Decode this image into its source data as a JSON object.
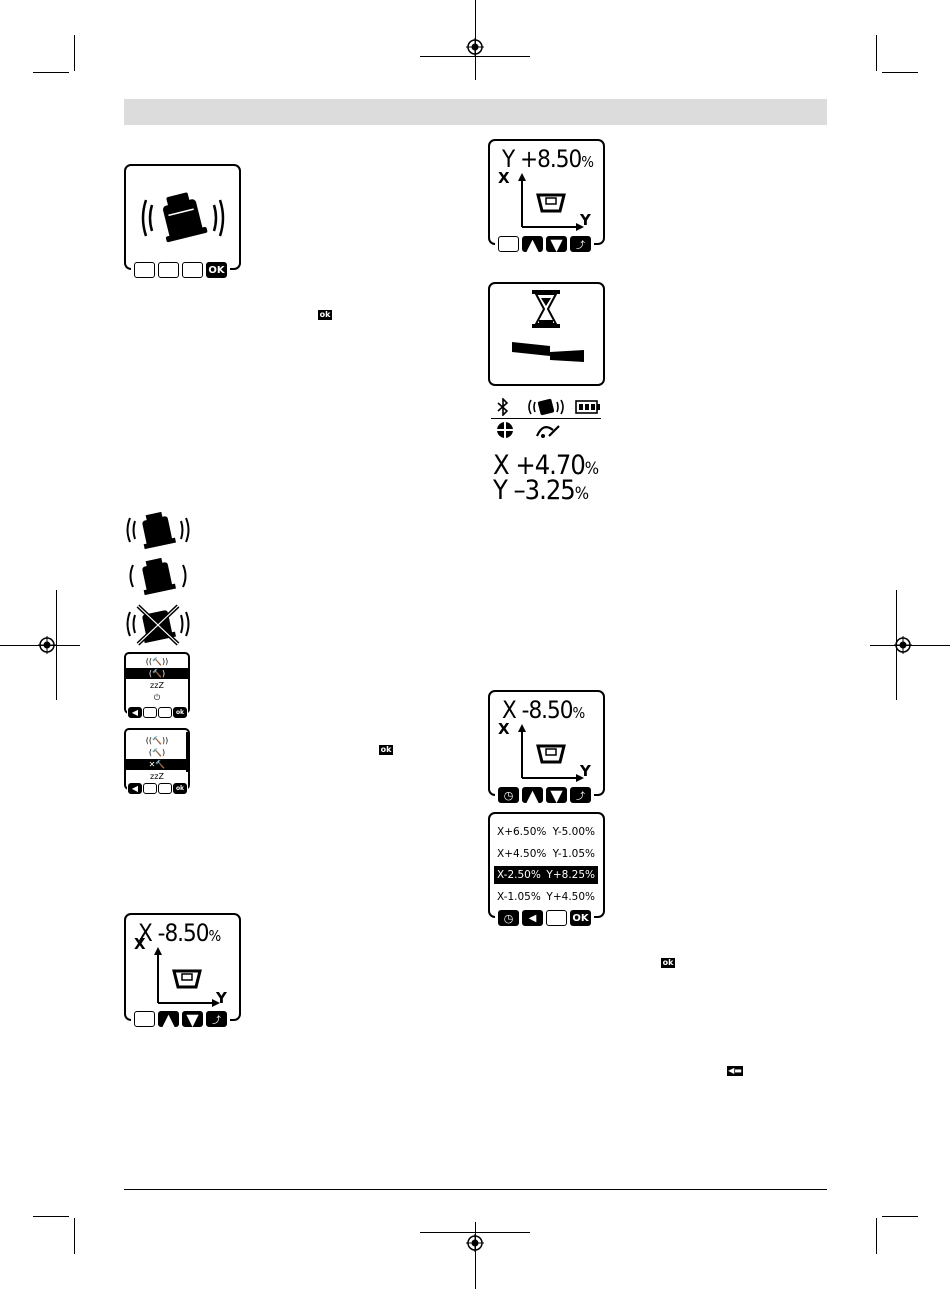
{
  "colors": {
    "ink": "#000000",
    "header_bar": "#dcdcdc",
    "paper": "#ffffff"
  },
  "icons": [
    "registration-mark",
    "vibration-tool-icon",
    "hourglass-icon",
    "bluetooth-icon",
    "battery-icon",
    "crosshair-icon",
    "tilt-sensor-icon",
    "arrow-left-icon",
    "clock-icon",
    "arrow-up-icon",
    "arrow-down-icon",
    "axis-swap-icon",
    "back-key-icon"
  ],
  "softkey_ok": "OK",
  "inline_ok": "ok",
  "screen_y_top": {
    "axis": "Y",
    "value": "+8.50",
    "unit": "%",
    "axis_x": "X",
    "axis_y": "Y"
  },
  "status_values": {
    "x_line": "X +4.70",
    "y_line": "Y –3.25",
    "unit": "%"
  },
  "screen_x_right": {
    "axis": "X",
    "value": "-8.50",
    "unit": "%",
    "axis_x": "X",
    "axis_y": "Y"
  },
  "screen_x_left": {
    "axis": "X",
    "value": "-8.50",
    "unit": "%",
    "axis_x": "X",
    "axis_y": "Y"
  },
  "memory_list": {
    "rows": [
      {
        "x": "X+6.50%",
        "y": "Y-5.00%",
        "selected": false
      },
      {
        "x": "X+4.50%",
        "y": "Y-1.05%",
        "selected": false
      },
      {
        "x": "X-2.50%",
        "y": "Y+8.25%",
        "selected": true
      },
      {
        "x": "X-1.05%",
        "y": "Y+4.50%",
        "selected": false
      }
    ]
  },
  "sleep_menu": {
    "zzz": "zzZ",
    "power": "⏻"
  }
}
